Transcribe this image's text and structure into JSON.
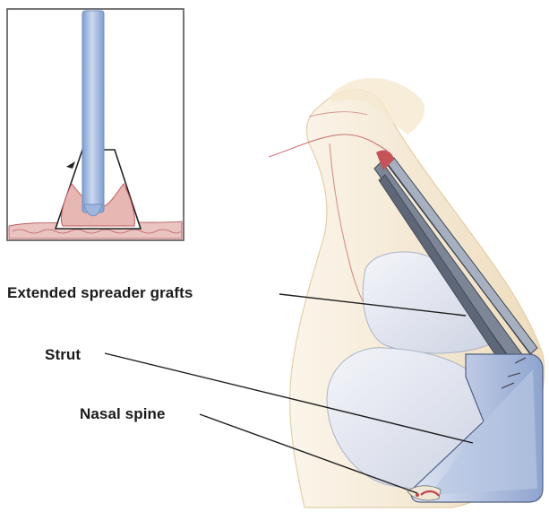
{
  "labels": {
    "extended_spreader_grafts": "Extended spreader grafts",
    "strut": "Strut",
    "nasal_spine": "Nasal spine"
  },
  "colors": {
    "skin": "#f7ecd9",
    "skin_shadow": "#ecd6b6",
    "cartilage": "#dfe3ee",
    "cartilage_blue": "#9fb3d8",
    "graft_gray": "#6d7686",
    "tissue_red": "#b5454a",
    "inset_border": "#555555"
  }
}
